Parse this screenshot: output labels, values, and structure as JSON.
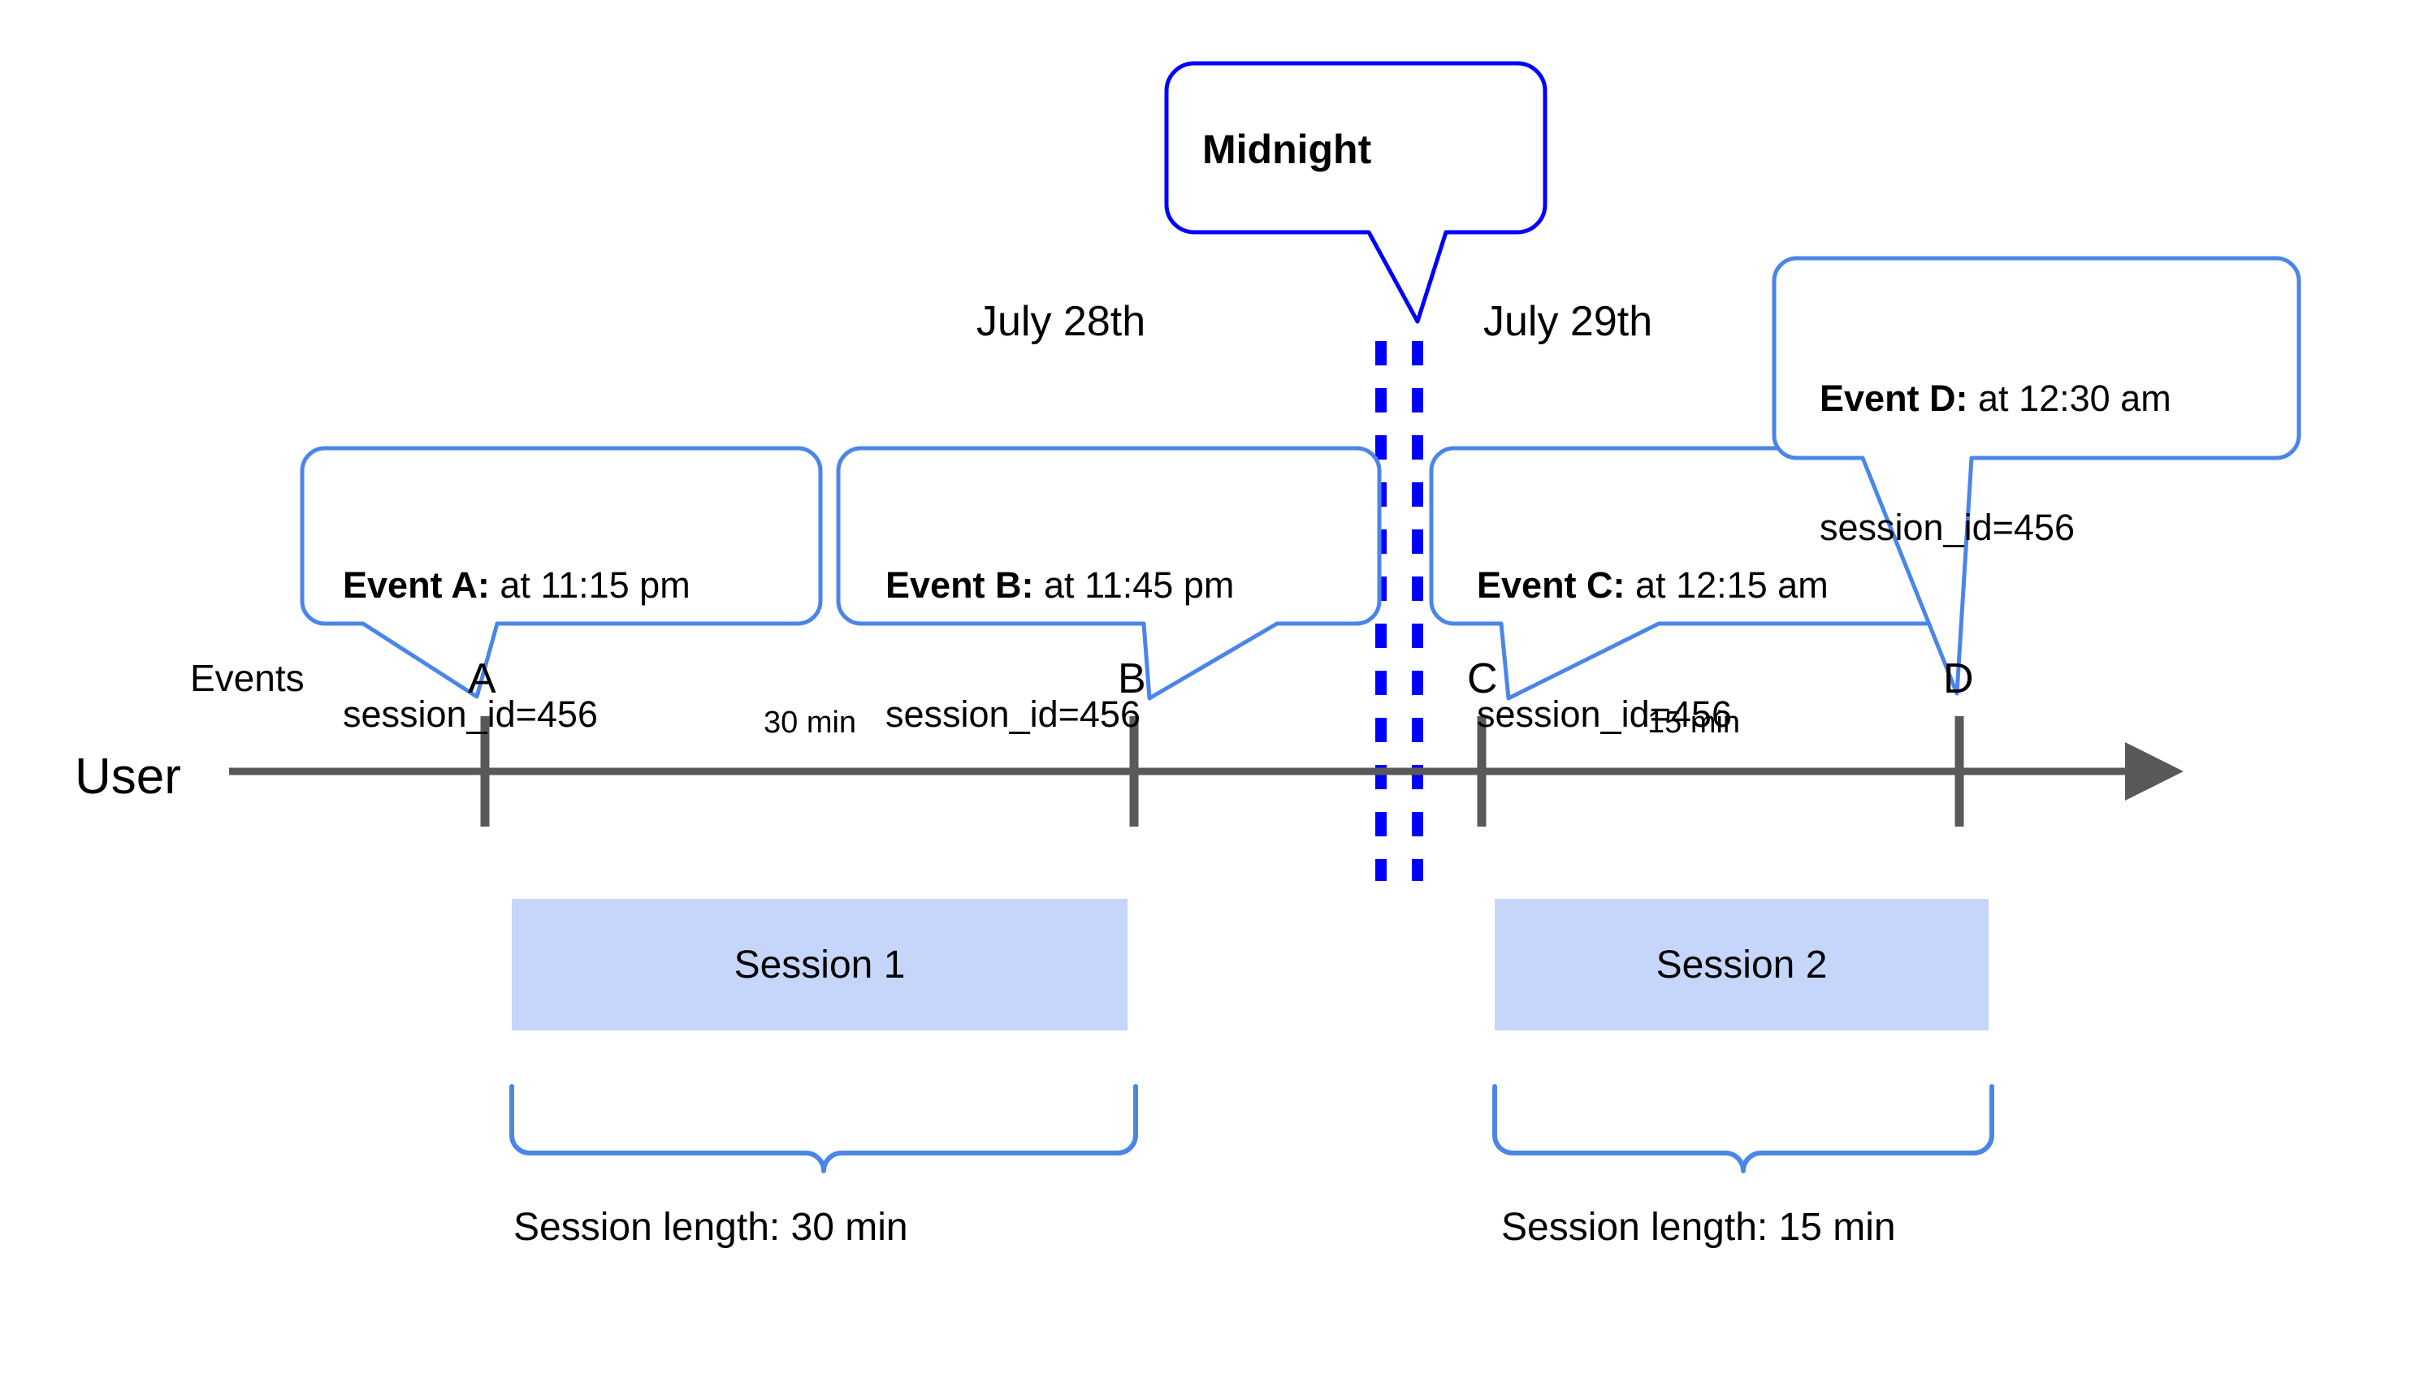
{
  "diagram": {
    "title_callout": {
      "label": "Midnight"
    },
    "axis": {
      "row_label": "User",
      "events_row_label": "Events"
    },
    "dates": [
      {
        "label": "July 28th"
      },
      {
        "label": "July 29th"
      }
    ],
    "events": [
      {
        "letter": "A",
        "title": "Event A:",
        "detail": " at 11:15 pm",
        "session_id": "session_id=456"
      },
      {
        "letter": "B",
        "title": "Event B:",
        "detail": " at 11:45 pm",
        "session_id": "session_id=456"
      },
      {
        "letter": "C",
        "title": "Event C:",
        "detail": " at 12:15 am",
        "session_id": "session_id=456"
      },
      {
        "letter": "D",
        "title": "Event D:",
        "detail": " at 12:30 am",
        "session_id": "session_id=456"
      }
    ],
    "gaps": [
      {
        "label": "30 min"
      },
      {
        "label": "15 min"
      }
    ],
    "sessions": [
      {
        "name": "Session 1",
        "length_label": "Session length: 30 min"
      },
      {
        "name": "Session 2",
        "length_label": "Session length: 15 min"
      }
    ],
    "colors": {
      "callout_border": "#4a86e8",
      "midnight_border": "#0000ff",
      "midnight_dashes": "#0000ff",
      "axis": "#595959",
      "session_fill": "#c6d6fa",
      "brace": "#4a86e8",
      "text": "#000000"
    }
  }
}
